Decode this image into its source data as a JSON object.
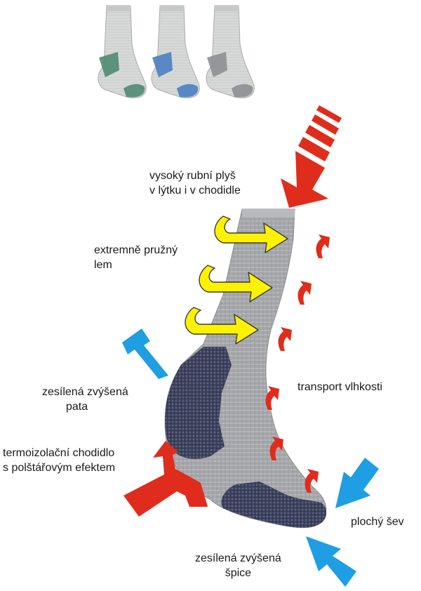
{
  "labels": {
    "plush": [
      "vysoký rubní plyš",
      "v lýtku i v chodidle"
    ],
    "cuff": [
      "extremně pružný",
      "lem"
    ],
    "heel": [
      "zesílená zvýšená",
      "pata"
    ],
    "sole": [
      "termoizolační chodidlo",
      "s polštářovým efektem"
    ],
    "moisture": "transport vlhkosti",
    "seam": "plochý šev",
    "toe": [
      "zesílená zvýšená",
      "špice"
    ]
  },
  "colors": {
    "sock_body": "#a8a8aa",
    "reinforcement": "#3f4560",
    "arrow_red": "#e02c1c",
    "arrow_yellow": "#fff200",
    "arrow_blue": "#1f9ee3",
    "variant_green": "#4e8b72",
    "variant_blue": "#4a7ec2",
    "variant_grey": "#8d8f92"
  },
  "icons": [
    "pressure-arrow-icon",
    "stretch-arrow-icon",
    "moisture-arrow-icon",
    "compression-arrow-icon",
    "split-arrow-icon"
  ]
}
